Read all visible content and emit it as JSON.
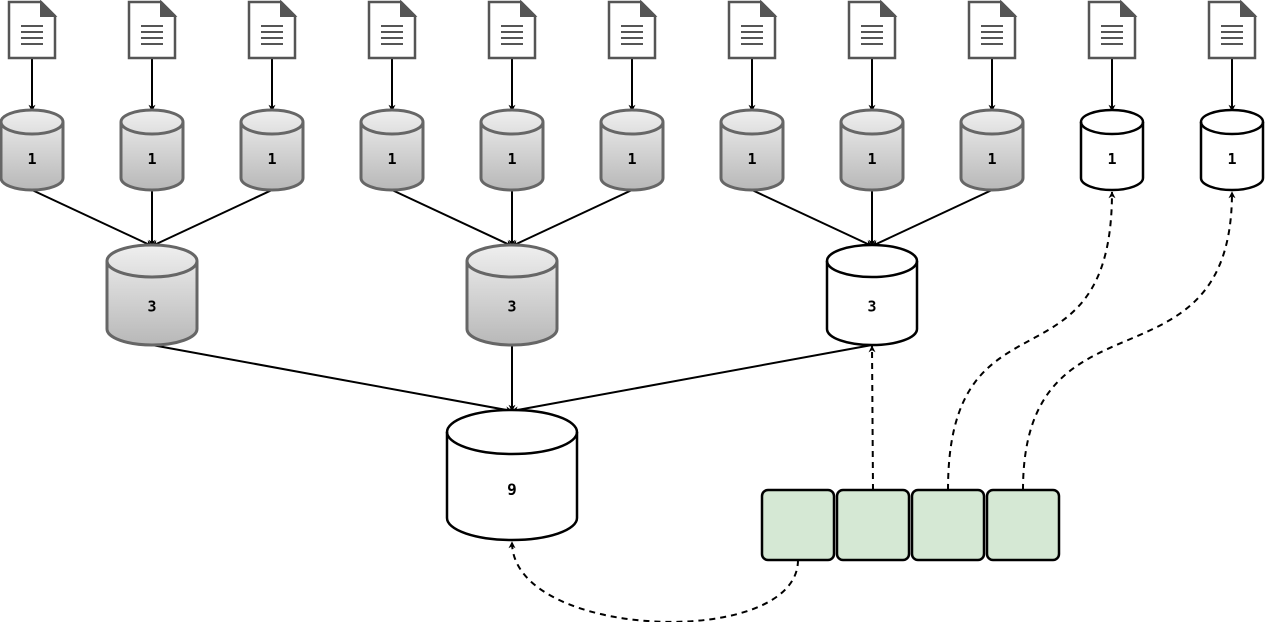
{
  "colors": {
    "gray_top": "#ececec",
    "gray_bottom": "#bdbdbd",
    "gray_stroke": "#666666",
    "white_stroke": "#000000",
    "slot_fill": "#d5e8d4",
    "slot_stroke": "#000000"
  },
  "icons": {
    "document": "document-icon"
  },
  "nodes": {
    "level1": [
      {
        "label": "1",
        "style": "gray"
      },
      {
        "label": "1",
        "style": "gray"
      },
      {
        "label": "1",
        "style": "gray"
      },
      {
        "label": "1",
        "style": "gray"
      },
      {
        "label": "1",
        "style": "gray"
      },
      {
        "label": "1",
        "style": "gray"
      },
      {
        "label": "1",
        "style": "gray"
      },
      {
        "label": "1",
        "style": "gray"
      },
      {
        "label": "1",
        "style": "gray"
      },
      {
        "label": "1",
        "style": "white"
      },
      {
        "label": "1",
        "style": "white"
      }
    ],
    "level2": [
      {
        "label": "3",
        "style": "gray"
      },
      {
        "label": "3",
        "style": "gray"
      },
      {
        "label": "3",
        "style": "white"
      }
    ],
    "level3": {
      "label": "9",
      "style": "white"
    }
  },
  "slots": [
    {
      "fill": "#d5e8d4"
    },
    {
      "fill": "#d5e8d4"
    },
    {
      "fill": "#d5e8d4"
    },
    {
      "fill": "#d5e8d4"
    }
  ]
}
